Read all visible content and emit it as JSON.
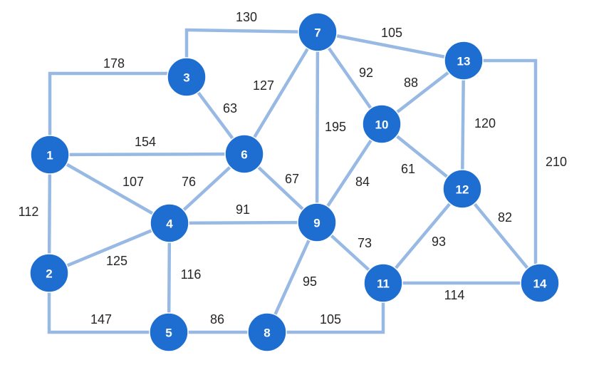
{
  "graph": {
    "colors": {
      "node": "#1e6ed2",
      "node_label": "#ffffff",
      "edge": "#97b9e3",
      "edge_label": "#262626"
    },
    "nodes": [
      {
        "id": "1",
        "label": "1"
      },
      {
        "id": "2",
        "label": "2"
      },
      {
        "id": "3",
        "label": "3"
      },
      {
        "id": "4",
        "label": "4"
      },
      {
        "id": "5",
        "label": "5"
      },
      {
        "id": "6",
        "label": "6"
      },
      {
        "id": "7",
        "label": "7"
      },
      {
        "id": "8",
        "label": "8"
      },
      {
        "id": "9",
        "label": "9"
      },
      {
        "id": "10",
        "label": "10"
      },
      {
        "id": "11",
        "label": "11"
      },
      {
        "id": "12",
        "label": "12"
      },
      {
        "id": "13",
        "label": "13"
      },
      {
        "id": "14",
        "label": "14"
      }
    ],
    "edges": [
      {
        "from": "1",
        "to": "3",
        "weight": "178"
      },
      {
        "from": "3",
        "to": "7",
        "weight": "130"
      },
      {
        "from": "7",
        "to": "13",
        "weight": "105"
      },
      {
        "from": "3",
        "to": "6",
        "weight": "63"
      },
      {
        "from": "7",
        "to": "6",
        "weight": "127"
      },
      {
        "from": "7",
        "to": "10",
        "weight": "92"
      },
      {
        "from": "10",
        "to": "13",
        "weight": "88"
      },
      {
        "from": "7",
        "to": "9",
        "weight": "195"
      },
      {
        "from": "13",
        "to": "12",
        "weight": "120"
      },
      {
        "from": "13",
        "to": "14",
        "weight": "210"
      },
      {
        "from": "1",
        "to": "6",
        "weight": "154"
      },
      {
        "from": "1",
        "to": "4",
        "weight": "107"
      },
      {
        "from": "4",
        "to": "6",
        "weight": "76"
      },
      {
        "from": "6",
        "to": "9",
        "weight": "67"
      },
      {
        "from": "9",
        "to": "10",
        "weight": "84"
      },
      {
        "from": "10",
        "to": "12",
        "weight": "61"
      },
      {
        "from": "1",
        "to": "2",
        "weight": "112"
      },
      {
        "from": "4",
        "to": "9",
        "weight": "91"
      },
      {
        "from": "12",
        "to": "14",
        "weight": "82"
      },
      {
        "from": "2",
        "to": "4",
        "weight": "125"
      },
      {
        "from": "9",
        "to": "11",
        "weight": "73"
      },
      {
        "from": "12",
        "to": "11",
        "weight": "93"
      },
      {
        "from": "4",
        "to": "5",
        "weight": "116"
      },
      {
        "from": "9",
        "to": "8",
        "weight": "95"
      },
      {
        "from": "11",
        "to": "14",
        "weight": "114"
      },
      {
        "from": "2",
        "to": "5",
        "weight": "147"
      },
      {
        "from": "5",
        "to": "8",
        "weight": "86"
      },
      {
        "from": "8",
        "to": "11",
        "weight": "105"
      }
    ]
  }
}
